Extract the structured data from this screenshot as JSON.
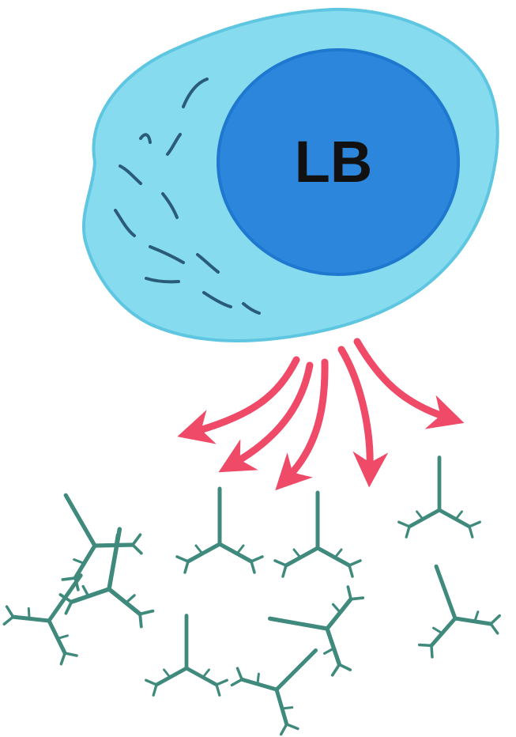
{
  "cell": {
    "label": "LB",
    "cytoplasm_color": "#86dcee",
    "cytoplasm_edge_color": "#5fc6e2",
    "nucleus_color": "#2b86dc",
    "nucleus_edge_color": "#1f78cf",
    "granule_color": "#2a5b78",
    "label_color": "#111111"
  },
  "arrows": {
    "color": "#ef4a68",
    "count": 5
  },
  "antibodies": {
    "color": "#3f8a7c",
    "count": 10,
    "shape": "y-shaped"
  }
}
